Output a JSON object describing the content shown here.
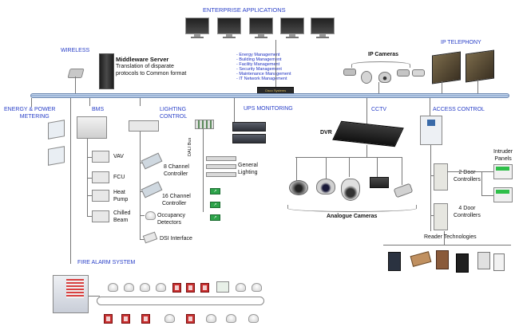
{
  "title": "ENTERPRISE APPLICATIONS",
  "wireless": "WIRELESS",
  "middleware": {
    "title": "Middleware Server",
    "line1": "Translation of disparate",
    "line2": "protocols to Common format"
  },
  "management_list": [
    "- Energy Management",
    "- Building Management",
    "- Facility Management",
    "- Security Management",
    "- Maintenance Management",
    "- IT Network Management"
  ],
  "router_label": "Cisco Systems",
  "ip_cameras": "IP Cameras",
  "ip_telephony": "IP TELEPHONY",
  "sections": {
    "energy": [
      "ENERGY & POWER",
      "METERING"
    ],
    "bms": "BMS",
    "lighting": [
      "LIGHTING",
      "CONTROL"
    ],
    "ups": "UPS MONITORING",
    "cctv": "CCTV",
    "access": "ACCESS CONTROL",
    "fire": "FIRE ALARM SYSTEM"
  },
  "bms_items": [
    "VAV",
    "FCU",
    [
      "Heat",
      "Pump"
    ],
    [
      "Chilled",
      "Beam"
    ]
  ],
  "lighting_items": {
    "ch8": [
      "8 Channel",
      "Controller"
    ],
    "ch16": [
      "16 Channel",
      "Controller"
    ],
    "occupancy": [
      "Occupancy",
      "Detectors"
    ],
    "dsi": "DSI Interface",
    "dali_bus": "DALI Bus",
    "general": [
      "General",
      "Lighting"
    ]
  },
  "dvr": "DVR",
  "analogue": "Analogue Cameras",
  "access_items": {
    "intruder": [
      "Intruder",
      "Panels"
    ],
    "door2": [
      "2 Door",
      "Controllers"
    ],
    "door4": [
      "4 Door",
      "Controllers"
    ],
    "reader": "Reader Technologies"
  },
  "colors": {
    "label_blue": "#2a40c8",
    "backbone": "#9fb6d8"
  }
}
